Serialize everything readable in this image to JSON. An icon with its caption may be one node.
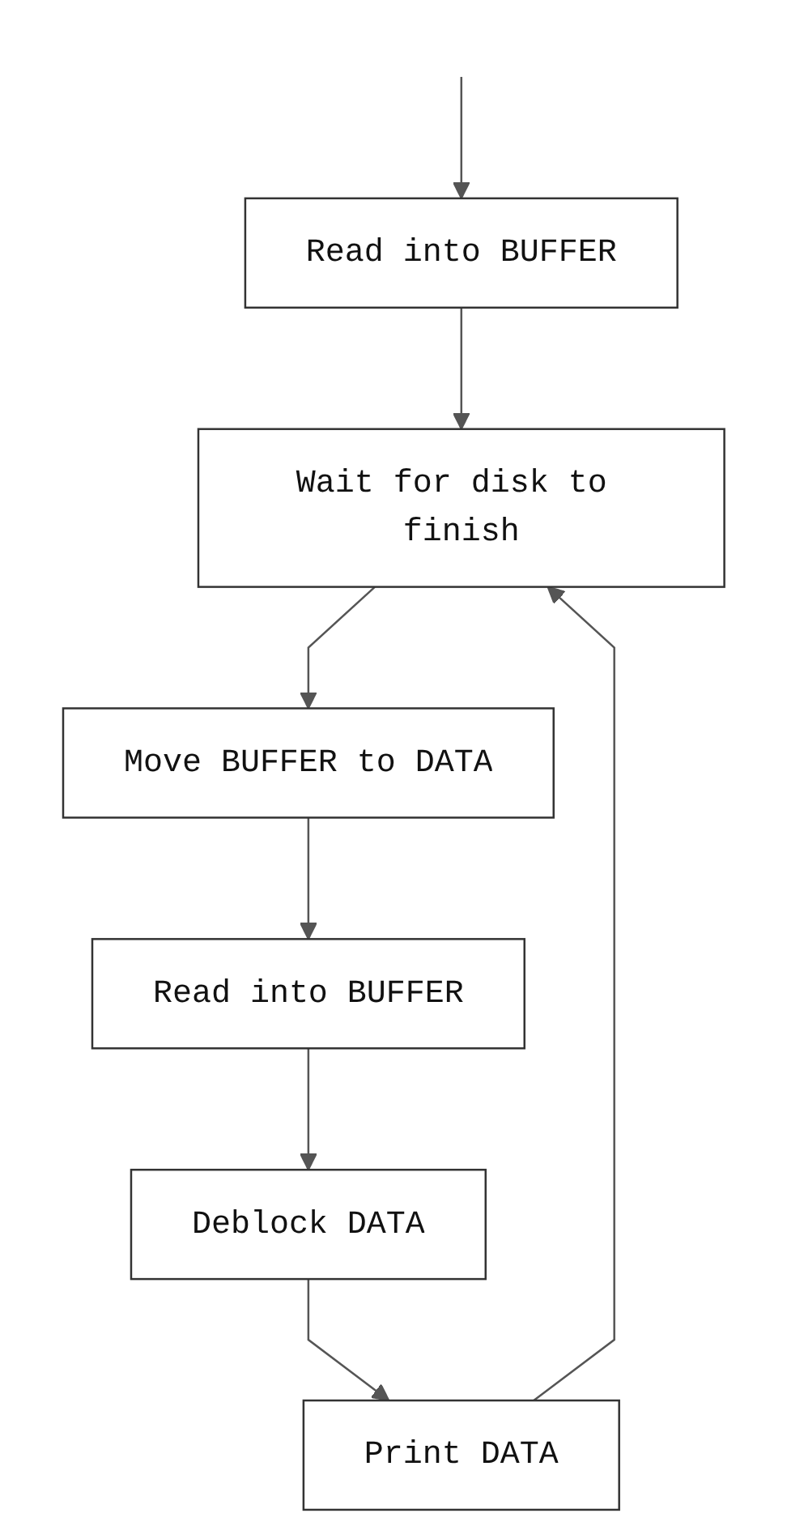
{
  "diagram": {
    "nodes": [
      {
        "text": [
          "Read into BUFFER"
        ]
      },
      {
        "text": [
          "Wait for disk to finish"
        ]
      },
      {
        "text": [
          "Move BUFFER to DATA"
        ]
      },
      {
        "text": [
          "Read into BUFFER"
        ]
      },
      {
        "text": [
          "Deblock DATA"
        ]
      },
      {
        "text": [
          "Print DATA"
        ]
      }
    ],
    "edges": [
      {
        "from": null,
        "to": 0,
        "arrow": "to"
      },
      {
        "from": 0,
        "to": 1,
        "arrow": "to"
      },
      {
        "from": 1,
        "to": 2,
        "arrow": "to"
      },
      {
        "from": 2,
        "to": 3,
        "arrow": "to"
      },
      {
        "from": 3,
        "to": 4,
        "arrow": "to"
      },
      {
        "from": 4,
        "to": 5,
        "arrow": "to"
      },
      {
        "from": 5,
        "to": 1,
        "arrow": "to"
      }
    ]
  }
}
